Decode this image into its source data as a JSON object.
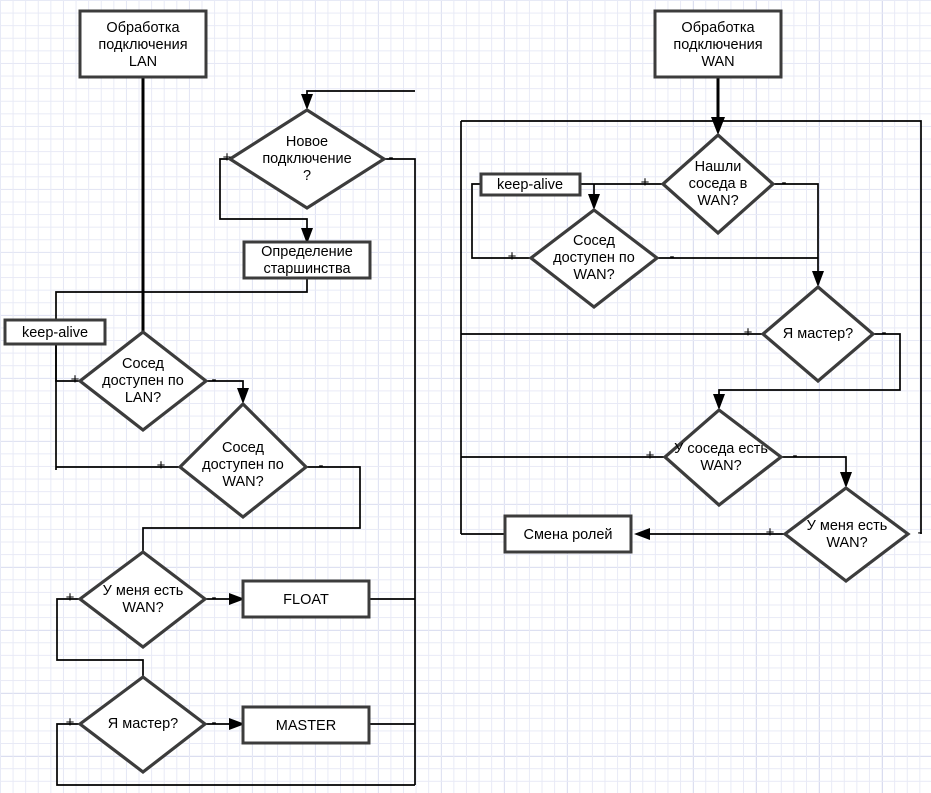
{
  "diagram": {
    "title_lan": "Обработка подключения LAN",
    "title_wan": "Обработка подключения WAN",
    "branch_yes": "+",
    "branch_no": "-"
  },
  "lan_flow": {
    "start": {
      "line1": "Обработка",
      "line2": "подключения",
      "line3": "LAN"
    },
    "new_connection": {
      "line1": "Новое",
      "line2": "подключение",
      "line3": "?"
    },
    "seniority": {
      "line1": "Определение",
      "line2": "старшинства"
    },
    "keep_alive": "keep-alive",
    "neighbor_lan": {
      "line1": "Сосед",
      "line2": "доступен по",
      "line3": "LAN?"
    },
    "neighbor_wan": {
      "line1": "Сосед",
      "line2": "доступен по",
      "line3": "WAN?"
    },
    "have_wan": {
      "line1": "У меня есть",
      "line2": "WAN?"
    },
    "am_master": {
      "line1": "Я мастер?"
    },
    "float_state": "FLOAT",
    "master_state": "MASTER"
  },
  "wan_flow": {
    "start": {
      "line1": "Обработка",
      "line2": "подключения",
      "line3": "WAN"
    },
    "keep_alive": "keep-alive",
    "found_neighbor": {
      "line1": "Нашли",
      "line2": "соседа в",
      "line3": "WAN?"
    },
    "neighbor_wan": {
      "line1": "Сосед",
      "line2": "доступен по",
      "line3": "WAN?"
    },
    "am_master": {
      "line1": "Я мастер?"
    },
    "neighbor_has_wan": {
      "line1": "У соседа есть",
      "line2": "WAN?"
    },
    "i_have_wan": {
      "line1": "У меня есть",
      "line2": "WAN?"
    },
    "role_change": "Смена ролей"
  },
  "colors": {
    "shape_stroke": "#3c3c3c",
    "edge": "#000000",
    "fill": "#ffffff",
    "grid_minor": "#e8eaf6",
    "grid_major": "#c8cde8"
  }
}
